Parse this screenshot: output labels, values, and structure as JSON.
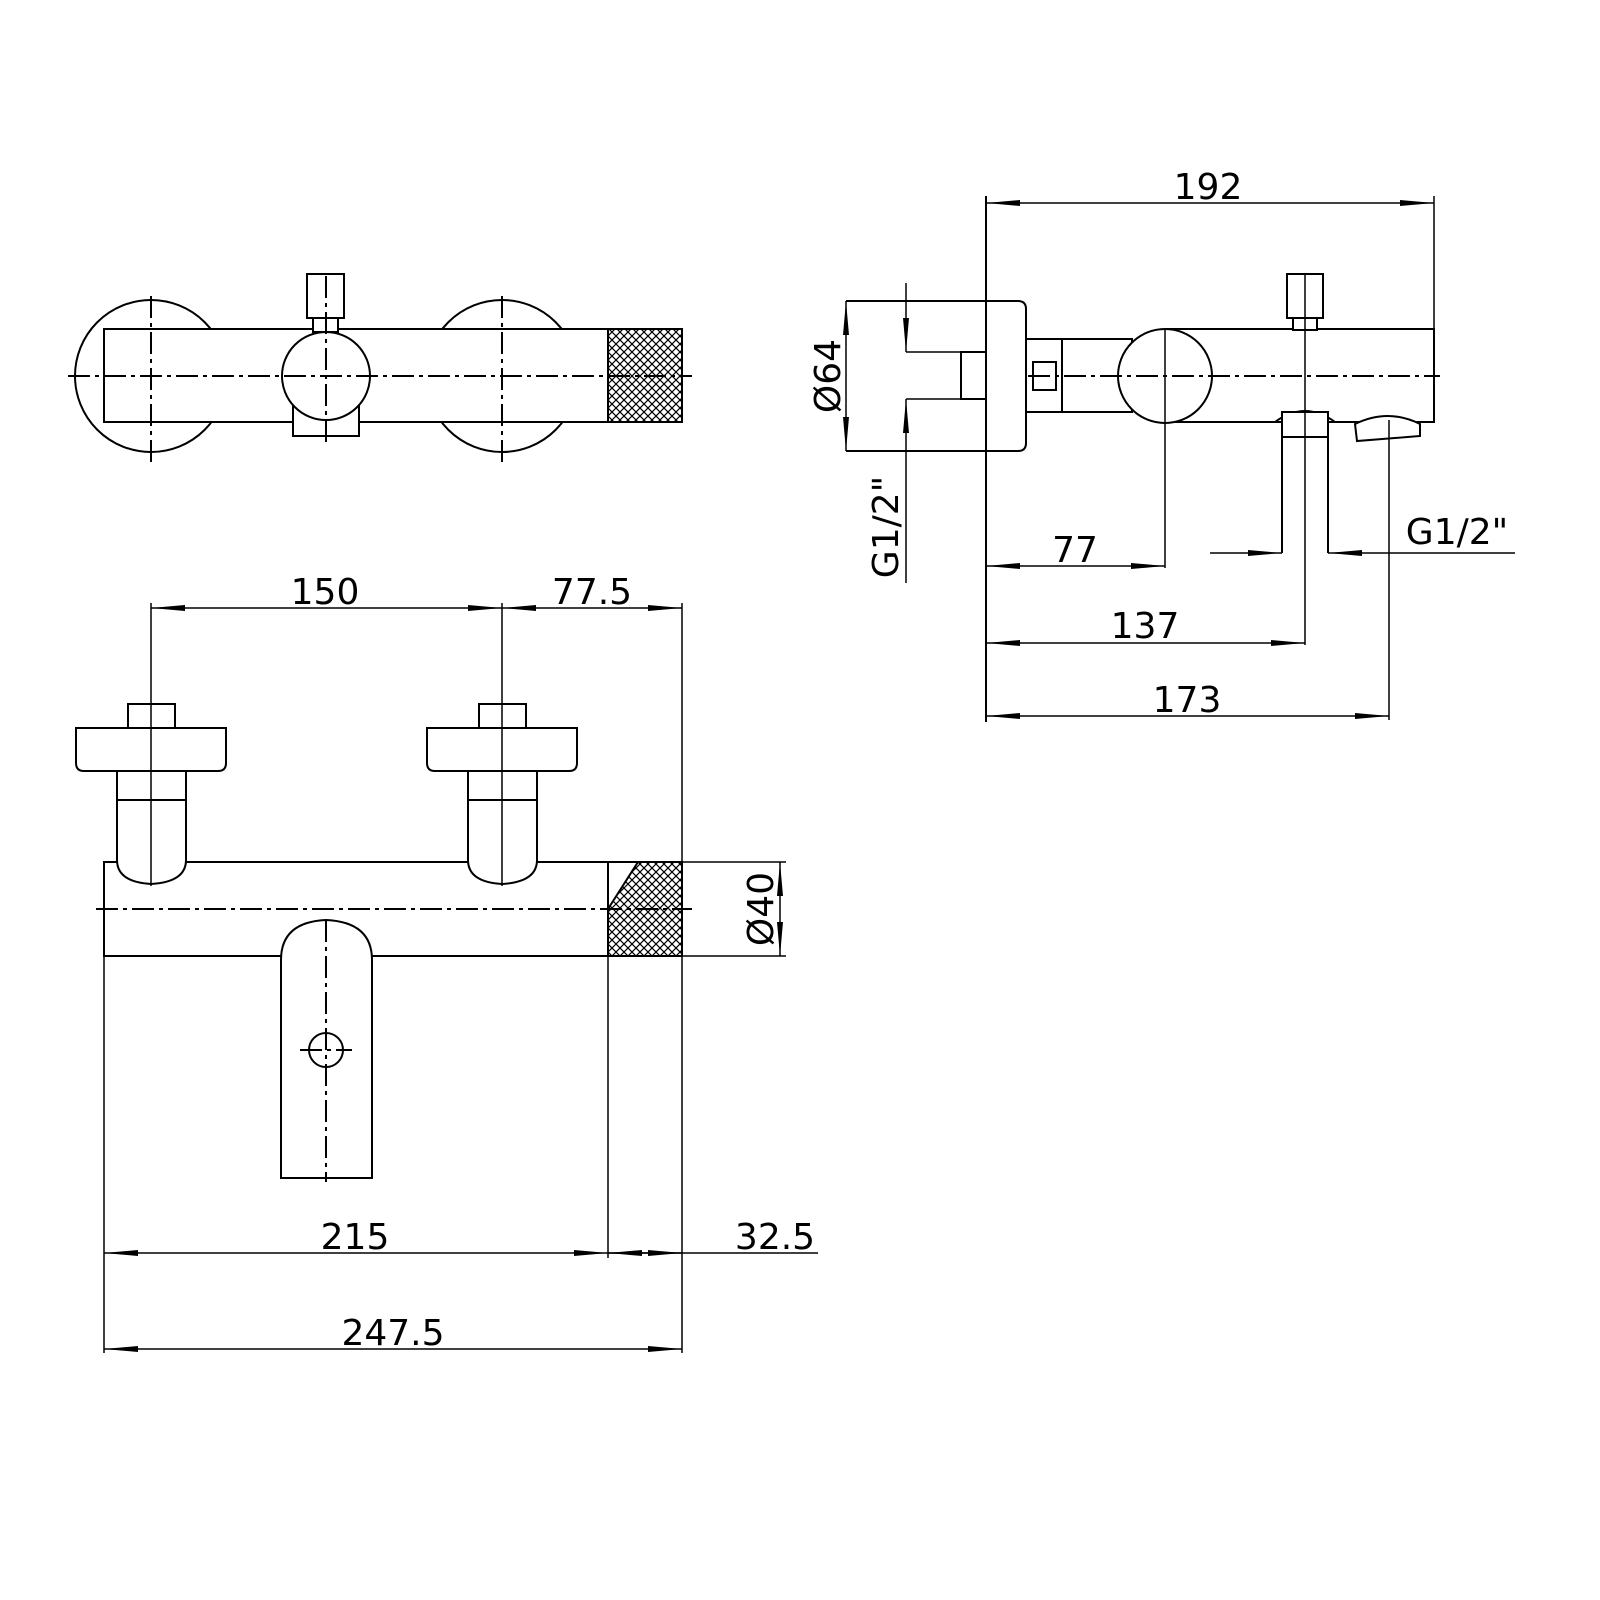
{
  "colors": {
    "line": "#000000",
    "background": "#ffffff"
  },
  "top_view": {},
  "side_view": {
    "dims": {
      "overall_depth": "192",
      "plate_diameter": "Ø64",
      "inlet_thread": "G1/2\"",
      "outlet_thread": "G1/2\"",
      "to_handle_axis": "77",
      "to_diverter_axis": "137",
      "to_spout_axis": "173"
    }
  },
  "front_view": {
    "dims": {
      "inlet_spacing": "150",
      "to_end": "77.5",
      "body_diameter": "Ø40",
      "body_length": "215",
      "knob_length": "32.5",
      "overall_length": "247.5"
    }
  }
}
